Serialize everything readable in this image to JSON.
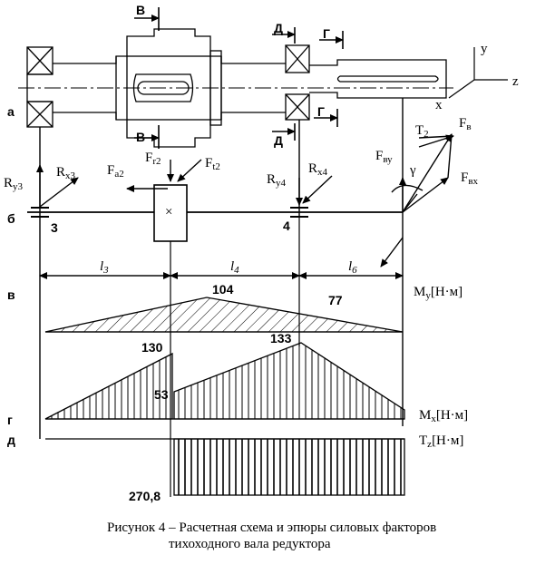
{
  "caption": {
    "line1": "Рисунок 4 – Расчетная схема и эпюры силовых факторов",
    "line2": "тихоходного вала редуктора"
  },
  "shaft": {
    "section_b": "В",
    "section_d": "Д",
    "section_g": "Г",
    "axis_y": "y",
    "axis_z": "z",
    "axis_x": "x"
  },
  "row_labels": {
    "a": "а",
    "b": "б",
    "v": "в",
    "g": "г",
    "d": "д"
  },
  "supports": {
    "left_num": "3",
    "right_num": "4"
  },
  "forces": {
    "ry3": "R",
    "ry3_sub": "у3",
    "rx3": "R",
    "rx3_sub": "x3",
    "fa2": "F",
    "fa2_sub": "a2",
    "fr2": "F",
    "fr2_sub": "r2",
    "ft2": "F",
    "ft2_sub": "t2",
    "ry4": "R",
    "ry4_sub": "y4",
    "rx4": "R",
    "rx4_sub": "x4",
    "fby": "F",
    "fby_sub": "ву",
    "fbx": "F",
    "fbx_sub": "вх",
    "fb": "F",
    "fb_sub": "в",
    "t2": "T",
    "t2_sub": "2",
    "gamma": "γ"
  },
  "spans": {
    "l3": "l",
    "l3_sub": "3",
    "l4": "l",
    "l4_sub": "4",
    "l6": "l",
    "l6_sub": "6"
  },
  "diagrams": {
    "my_label": "M",
    "my_sub": "y",
    "my_unit": "[Н·м]",
    "mx_label": "M",
    "mx_sub": "x",
    "mx_unit": "[Н·м]",
    "tz_label": "T",
    "tz_sub": "z",
    "tz_unit": "[Н·м]",
    "my_peak": "104",
    "my_right": "77",
    "mx_left_top": "130",
    "mx_left_bottom": "53",
    "mx_peak": "133",
    "tz_value": "270,8"
  }
}
